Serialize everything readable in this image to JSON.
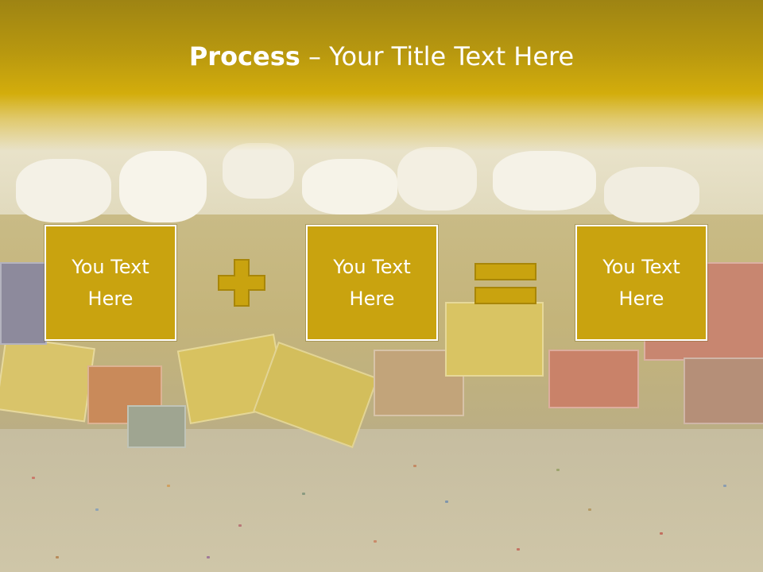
{
  "slide": {
    "title_bold": "Process",
    "title_rest": " – Your Title Text Here"
  },
  "steps": [
    {
      "text": "You Text\nHere"
    },
    {
      "text": "You Text\nHere"
    },
    {
      "text": "You Text\nHere"
    }
  ],
  "operators": {
    "first": "plus-icon",
    "second": "equals-icon"
  },
  "colors": {
    "accent": "#c9a30f",
    "header": "#c3a010",
    "text": "#ffffff"
  }
}
